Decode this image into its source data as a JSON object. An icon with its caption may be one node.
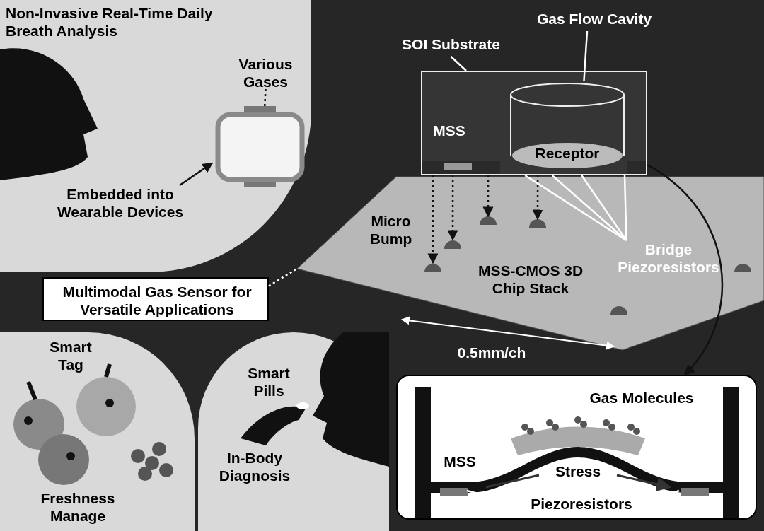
{
  "diagram": {
    "nodes": [
      {
        "text": [
          "Non-Invasive Real-Time Daily Breath Analysis"
        ]
      },
      {
        "text": [
          "Various Gases"
        ],
        "in": 0
      },
      {
        "text": [],
        "shape": "box",
        "in": 0
      },
      {
        "text": [
          "Embedded into Wearable Devices"
        ],
        "in": 0
      },
      {
        "text": [
          "Gas Flow Cavity"
        ]
      },
      {
        "text": [
          "SOI Substrate"
        ]
      },
      {
        "text": [
          "MSS"
        ]
      },
      {
        "text": [
          "Receptor"
        ],
        "in": 6
      },
      {
        "text": [
          "MSS-CMOS 3D Chip Stack"
        ]
      },
      {
        "text": [
          "Bridge Piezoresistors"
        ],
        "in": 8
      },
      {
        "text": [
          "Multimodal Gas Sensor for Versatile Applications"
        ]
      },
      {
        "text": [
          "Smart Tag",
          "Freshness Manage"
        ]
      },
      {
        "text": [
          "Smart Pills",
          "In-Body Diagnosis"
        ]
      },
      {
        "text": [
          "Gas Molecules",
          "MSS",
          "Stress"
        ]
      },
      {
        "text": [
          "Piezoresistors"
        ],
        "in": 13
      },
      {
        "text": [],
        "shape": "bar",
        "in": 13
      },
      {
        "text": [],
        "shape": "bar",
        "in": 13
      }
    ],
    "edges": [
      {
        "from": 1,
        "to": 2,
        "arrow": "none",
        "style": "dashed",
        "color": "#111111"
      },
      {
        "from": 3,
        "to": 2,
        "arrow": "to",
        "color": "#111111"
      },
      {
        "from": 4,
        "to": 7,
        "arrow": "none"
      },
      {
        "from": 5,
        "to": 6,
        "arrow": "none"
      },
      {
        "from": 9,
        "to": 6,
        "arrow": "none"
      },
      {
        "from": 9,
        "to": 6,
        "arrow": "none"
      },
      {
        "from": 9,
        "to": 6,
        "arrow": "none"
      },
      {
        "from": 9,
        "to": 6,
        "arrow": "none"
      },
      {
        "from": 10,
        "to": 8,
        "arrow": "none",
        "style": "dashed"
      },
      {
        "from": 6,
        "to": 13,
        "arrow": "to",
        "color": "#111111"
      },
      {
        "from": 14,
        "to": 15,
        "arrow": "none"
      },
      {
        "from": 14,
        "to": 16,
        "arrow": "none"
      },
      {
        "from": 6,
        "to": null,
        "arrow": "to",
        "style": "dashed",
        "color": "#111111"
      },
      {
        "from": 6,
        "to": null,
        "arrow": "to",
        "style": "dashed",
        "color": "#111111"
      },
      {
        "from": 6,
        "to": null,
        "arrow": "to",
        "style": "dashed",
        "color": "#111111"
      },
      {
        "from": 6,
        "to": null,
        "arrow": "to",
        "style": "dashed",
        "color": "#111111"
      }
    ],
    "labels": [
      "Micro Bump",
      "0.5mm/ch"
    ]
  }
}
